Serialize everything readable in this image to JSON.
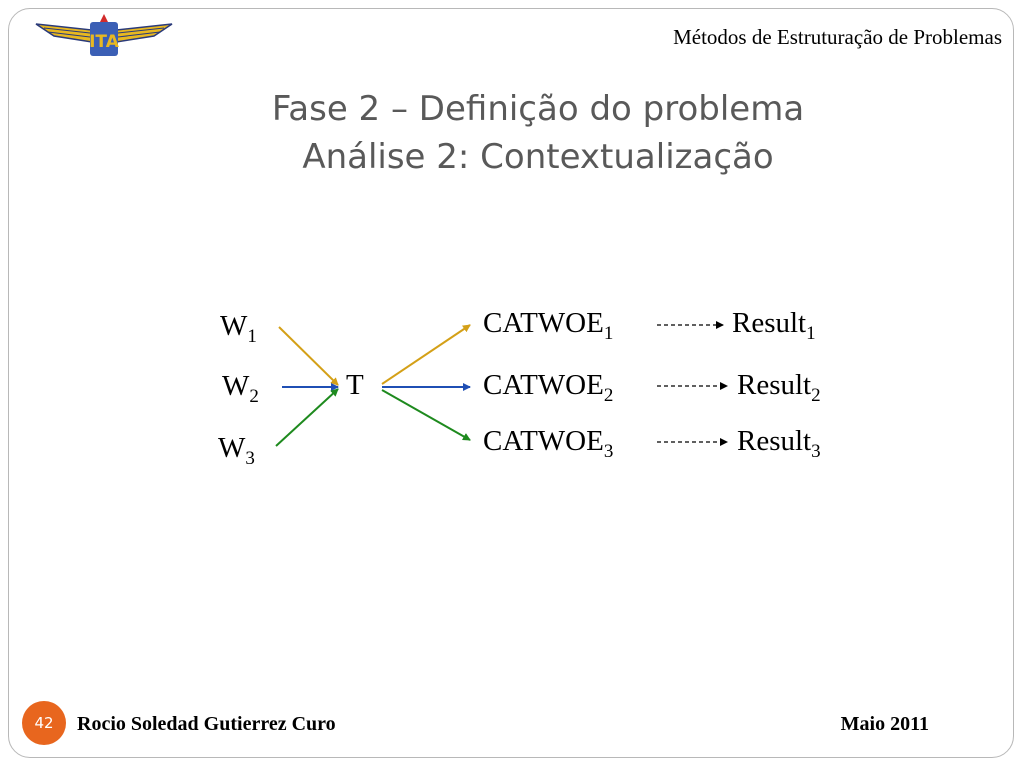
{
  "header": {
    "subject": "Métodos de Estruturação de Problemas"
  },
  "title": {
    "line1": "Fase 2  – Definição do problema",
    "line2": "Análise 2: Contextualização"
  },
  "diagram": {
    "w_nodes": [
      {
        "base": "W",
        "sub": "1"
      },
      {
        "base": "W",
        "sub": "2"
      },
      {
        "base": "W",
        "sub": "3"
      }
    ],
    "t_node": "T",
    "catwoe_nodes": [
      {
        "base": "CATWOE",
        "sub": "1"
      },
      {
        "base": "CATWOE",
        "sub": "2"
      },
      {
        "base": "CATWOE",
        "sub": "3"
      }
    ],
    "result_nodes": [
      {
        "base": "Result",
        "sub": "1"
      },
      {
        "base": "Result",
        "sub": "2"
      },
      {
        "base": "Result",
        "sub": "3"
      }
    ],
    "colors": {
      "arrow1": "#d4a017",
      "arrow2": "#1f4fb4",
      "arrow3": "#1e8a1e",
      "dashed": "#000000"
    }
  },
  "footer": {
    "page_number": "42",
    "author": "Rocio Soledad Gutierrez Curo",
    "date": "Maio 2011",
    "page_badge_color": "#e8661e"
  },
  "logo": {
    "icon": "ita-winged-logo",
    "text": "ITA"
  }
}
